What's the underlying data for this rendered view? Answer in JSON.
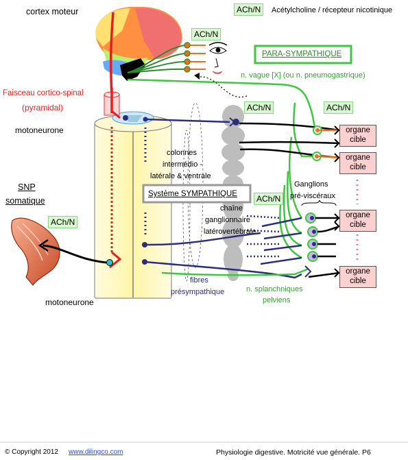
{
  "legend": {
    "ach_abbr": "ACh/N",
    "ach_desc": "Acétylcholine / récepteur nicotinique"
  },
  "labels": {
    "cortex": "cortex moteur",
    "ach_brain": "ACh/N",
    "parasymp_box": "PARA-SYMPATHIQUE",
    "vagus": "n. vague [X] (ou n. pneumogastrique)",
    "faisceau_line1": "Faisceau cortico-spinal",
    "faisceau_line2": "(pyramidal)",
    "motoneurone_top": "motoneurone",
    "ach_chain": "ACh/N",
    "ach_organ": "ACh/N",
    "colonnes_1": "colonnes",
    "colonnes_2": "intermédio -",
    "colonnes_3": "latérale & ventrale",
    "snp_1": "SNP",
    "snp_2": "somatique",
    "ach_muscle": "ACh/N",
    "symp_box": "Système SYMPATHIQUE",
    "chaine_1": "chaîne",
    "chaine_2": "ganglionnaire",
    "chaine_3": "latérovertébrale",
    "ach_ganglia": "ACh/N",
    "ganglions_1": "Ganglions",
    "ganglions_2": "pré-viscéraux",
    "organe": [
      "organe",
      "organe",
      "organe",
      "organe"
    ],
    "cible": [
      "cible",
      "cible",
      "cible",
      "cible"
    ],
    "motoneurone_bottom": "motoneurone",
    "fibres_1": "fibres",
    "fibres_2": "présympathique",
    "splanch_1": "n. splanchniques",
    "splanch_2": "pelviens"
  },
  "footer": {
    "copyright": "© Copyright 2012",
    "site": "www.dilingco.com",
    "title": "Physiologie digestive. Motricité vue générale.  P6"
  },
  "colors": {
    "motor": "#e61e1e",
    "parasympathetic": "#3cc83c",
    "sympathetic": "#2d2d80",
    "postganglionic": "#e87020",
    "organ": "#fbd0d0"
  }
}
